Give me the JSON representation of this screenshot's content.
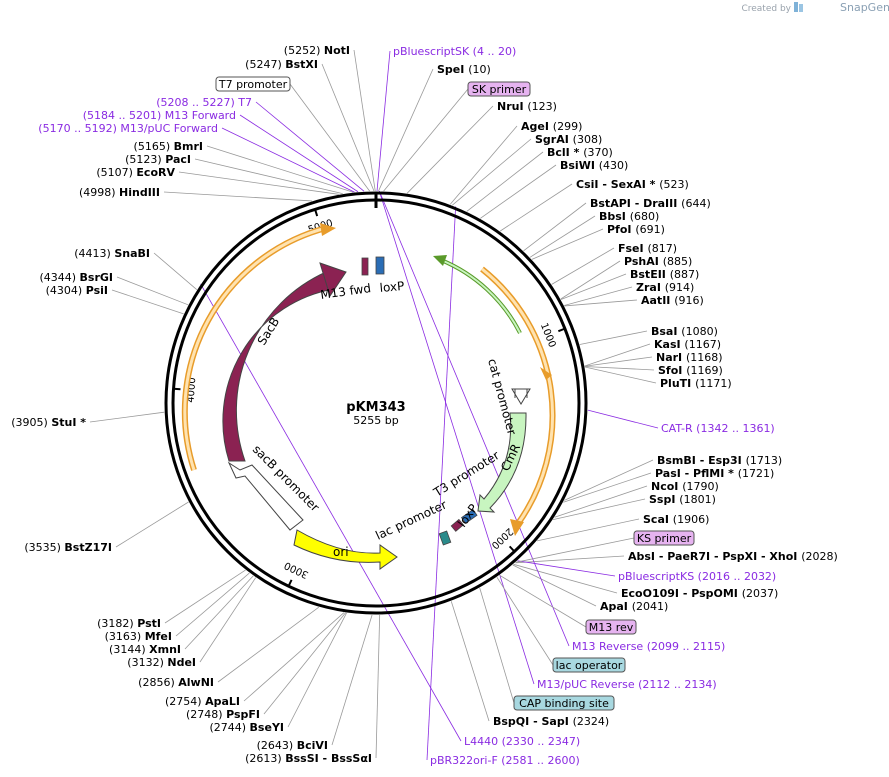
{
  "plasmid": {
    "name": "pKM343",
    "length_label": "5255 bp",
    "length": 5255
  },
  "credit": {
    "prefix": "Created by",
    "brand": "SnapGene"
  },
  "ticks": [
    "1000",
    "2000",
    "3000",
    "4000",
    "5000"
  ],
  "features": [
    {
      "name": "SacB",
      "type": "CDS",
      "color": "#8b2252"
    },
    {
      "name": "sacB promoter",
      "type": "promoter",
      "color": "#ffffff"
    },
    {
      "name": "ori",
      "type": "rep_origin",
      "color": "#ffff00"
    },
    {
      "name": "CmR",
      "type": "CDS",
      "color": "#c8f5c0"
    },
    {
      "name": "cat promoter",
      "type": "promoter",
      "color": "#ffffff"
    },
    {
      "name": "T3 promoter",
      "type": "promoter",
      "color": "#ffffff"
    },
    {
      "name": "lac promoter",
      "type": "promoter",
      "color": "#ffffff"
    },
    {
      "name": "loxP",
      "type": "protein_bind",
      "color": "#2a6db5"
    },
    {
      "name": "loxP",
      "type": "protein_bind",
      "color": "#2a6db5"
    },
    {
      "name": "M13 fwd",
      "type": "primer_bind",
      "color": "#8b2252"
    }
  ],
  "labels_left": [
    {
      "pos": "(5252)",
      "name": "NotI"
    },
    {
      "pos": "(5247)",
      "name": "BstXI"
    },
    {
      "pos": "(5165)",
      "name": "BmrI"
    },
    {
      "pos": "(5123)",
      "name": "PacI"
    },
    {
      "pos": "(5107)",
      "name": "EcoRV"
    },
    {
      "pos": "(4998)",
      "name": "HindIII"
    },
    {
      "pos": "(4413)",
      "name": "SnaBI"
    },
    {
      "pos": "(4344)",
      "name": "BsrGI"
    },
    {
      "pos": "(4304)",
      "name": "PsiI"
    },
    {
      "pos": "(3905)",
      "name": "StuI *"
    },
    {
      "pos": "(3535)",
      "name": "BstZ17I"
    },
    {
      "pos": "(3182)",
      "name": "PstI"
    },
    {
      "pos": "(3163)",
      "name": "MfeI"
    },
    {
      "pos": "(3144)",
      "name": "XmnI"
    },
    {
      "pos": "(3132)",
      "name": "NdeI"
    },
    {
      "pos": "(2856)",
      "name": "AlwNI"
    },
    {
      "pos": "(2754)",
      "name": "ApaLI"
    },
    {
      "pos": "(2748)",
      "name": "PspFI"
    },
    {
      "pos": "(2744)",
      "name": "BseYI"
    },
    {
      "pos": "(2643)",
      "name": "BciVI"
    },
    {
      "pos": "(2613)",
      "name": "BssSI  -  BssSαI"
    }
  ],
  "labels_left_purple": [
    {
      "text": "(5208 .. 5227)  T7"
    },
    {
      "text": "(5184 .. 5201)  M13 Forward"
    },
    {
      "text": "(5170 .. 5192)  M13/pUC Forward"
    }
  ],
  "labels_right": [
    {
      "name": "SpeI",
      "pos": "(10)"
    },
    {
      "name": "NruI",
      "pos": "(123)"
    },
    {
      "name": "AgeI",
      "pos": "(299)"
    },
    {
      "name": "SgrAI",
      "pos": "(308)"
    },
    {
      "name": "BclI *",
      "pos": "(370)"
    },
    {
      "name": "BsiWI",
      "pos": "(430)"
    },
    {
      "name": "CsiI  -  SexAI *",
      "pos": "(523)"
    },
    {
      "name": "BstAPI  -  DraIII",
      "pos": "(644)"
    },
    {
      "name": "BbsI",
      "pos": "(680)"
    },
    {
      "name": "PfoI",
      "pos": "(691)"
    },
    {
      "name": "FseI",
      "pos": "(817)"
    },
    {
      "name": "PshAI",
      "pos": "(885)"
    },
    {
      "name": "BstEII",
      "pos": "(887)"
    },
    {
      "name": "ZraI",
      "pos": "(914)"
    },
    {
      "name": "AatII",
      "pos": "(916)"
    },
    {
      "name": "BsaI",
      "pos": "(1080)"
    },
    {
      "name": "KasI",
      "pos": "(1167)"
    },
    {
      "name": "NarI",
      "pos": "(1168)"
    },
    {
      "name": "SfoI",
      "pos": "(1169)"
    },
    {
      "name": "PluTI",
      "pos": "(1171)"
    },
    {
      "name": "BsmBI  -  Esp3I",
      "pos": "(1713)"
    },
    {
      "name": "PasI  -  PflMI *",
      "pos": "(1721)"
    },
    {
      "name": "NcoI",
      "pos": "(1790)"
    },
    {
      "name": "SspI",
      "pos": "(1801)"
    },
    {
      "name": "ScaI",
      "pos": "(1906)"
    },
    {
      "name": "AbsI  -  PaeR7I  -  PspXI  -  XhoI",
      "pos": "(2028)"
    },
    {
      "name": "EcoO109I  -  PspOMI",
      "pos": "(2037)"
    },
    {
      "name": "ApaI",
      "pos": "(2041)"
    },
    {
      "name": "BspQI  -  SapI",
      "pos": "(2324)"
    }
  ],
  "labels_right_purple": [
    {
      "text": "pBluescriptSK     (4 .. 20)"
    },
    {
      "text": "CAT-R     (1342 .. 1361)"
    },
    {
      "text": "pBluescriptKS     (2016 .. 2032)"
    },
    {
      "text": "M13 Reverse     (2099 .. 2115)"
    },
    {
      "text": "M13/pUC Reverse     (2112 .. 2134)"
    },
    {
      "text": "L4440     (2330 .. 2347)"
    },
    {
      "text": "pBR322ori-F     (2581 .. 2600)"
    }
  ],
  "boxes": [
    {
      "text": "T7 promoter",
      "fill": "#ffffff"
    },
    {
      "text": "SK primer",
      "fill": "#e6b3f0"
    },
    {
      "text": "KS primer",
      "fill": "#e6b3f0"
    },
    {
      "text": "M13 rev",
      "fill": "#e6b3f0"
    },
    {
      "text": "lac operator",
      "fill": "#a8d8e0"
    },
    {
      "text": "CAP binding site",
      "fill": "#a8d8e0"
    }
  ]
}
